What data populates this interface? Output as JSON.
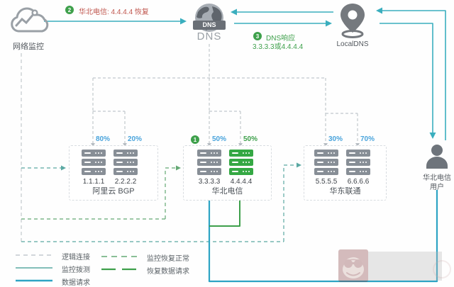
{
  "colors": {
    "teal": "#3aaebe",
    "blue": "#2da4c4",
    "green": "#3ea04b",
    "pctBlue": "#4aa4dc",
    "red": "#c0564e",
    "grayDash": "#c2c8cd",
    "tealDash": "#5aa8a2",
    "greenDash": "#63a873",
    "iconGray": "#787d83",
    "srvGray": "#878e96",
    "srvGreen": "#35a844",
    "text": "#53585e"
  },
  "top": {
    "monitor_label": "网络监控",
    "step2": {
      "badge": "2",
      "text": "华北电信: 4.4.4.4 恢复"
    },
    "dns": {
      "banner": "DNS",
      "label": "DNS"
    },
    "step3": {
      "badge": "3",
      "line1": "DNS响应",
      "line2": "3.3.3.3或4.4.4.4"
    },
    "localdns_label": "LocalDNS",
    "user_line1": "华北电信",
    "user_line2": "用户"
  },
  "groups": [
    {
      "name": "阿里云 BGP",
      "badge": "",
      "servers": [
        {
          "ip": "1.1.1.1",
          "pct": "80%"
        },
        {
          "ip": "2.2.2.2",
          "pct": "20%"
        }
      ]
    },
    {
      "name": "华北电信",
      "badge": "1",
      "servers": [
        {
          "ip": "3.3.3.3",
          "pct": "50%"
        },
        {
          "ip": "4.4.4.4",
          "pct": "50%"
        }
      ]
    },
    {
      "name": "华东联通",
      "badge": "",
      "servers": [
        {
          "ip": "5.5.5.5",
          "pct": "30%"
        },
        {
          "ip": "6.6.6.6",
          "pct": "70%"
        }
      ]
    }
  ],
  "legend": [
    {
      "label": "逻辑连接"
    },
    {
      "label": "监控拨测"
    },
    {
      "label": "数据请求"
    },
    {
      "label": "监控恢复正常"
    },
    {
      "label": "恢复数据请求"
    }
  ]
}
